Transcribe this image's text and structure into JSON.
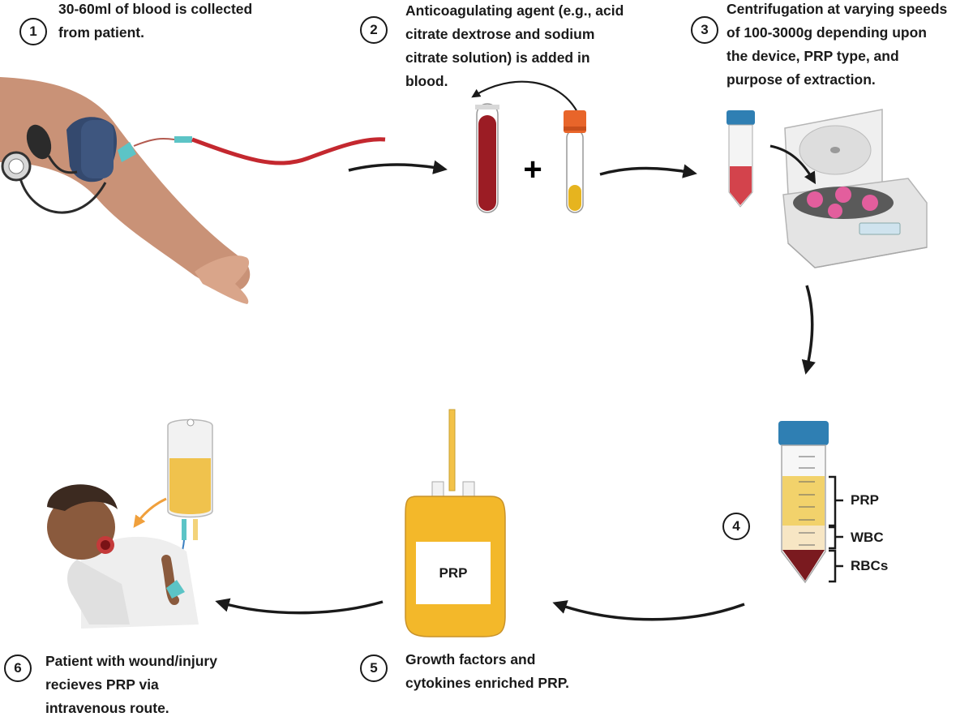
{
  "steps": [
    {
      "number": "1",
      "text": "30-60ml of blood is collected\nfrom patient."
    },
    {
      "number": "2",
      "text": "Anticoagulating agent (e.g., acid\ncitrate dextrose and sodium\ncitrate solution) is added in\nblood."
    },
    {
      "number": "3",
      "text": "Centrifugation at varying speeds\nof 100-3000g depending upon\nthe device, PRP type, and\npurpose of extraction."
    },
    {
      "number": "4",
      "text": ""
    },
    {
      "number": "5",
      "text": "Growth  factors and\ncytokines  enriched PRP."
    },
    {
      "number": "6",
      "text": "Patient with wound/injury\nrecieves PRP via\nintravenous  route."
    }
  ],
  "tube_layers": {
    "prp": "PRP",
    "wbc": "WBC",
    "rbc": "RBCs"
  },
  "bag_label": "PRP",
  "plus_sign": "+",
  "colors": {
    "blood": "#9b1c24",
    "plasma": "#f2c33d",
    "cap_blue": "#2f7fb3",
    "cap_orange": "#e8652a",
    "arrow": "#1a1a1a",
    "skin": "#c99277"
  },
  "icons": [
    "blood-pressure-cuff-icon",
    "test-tube-icon",
    "centrifuge-icon",
    "conical-tube-icon",
    "blood-bag-icon",
    "iv-bag-icon",
    "patient-icon"
  ]
}
